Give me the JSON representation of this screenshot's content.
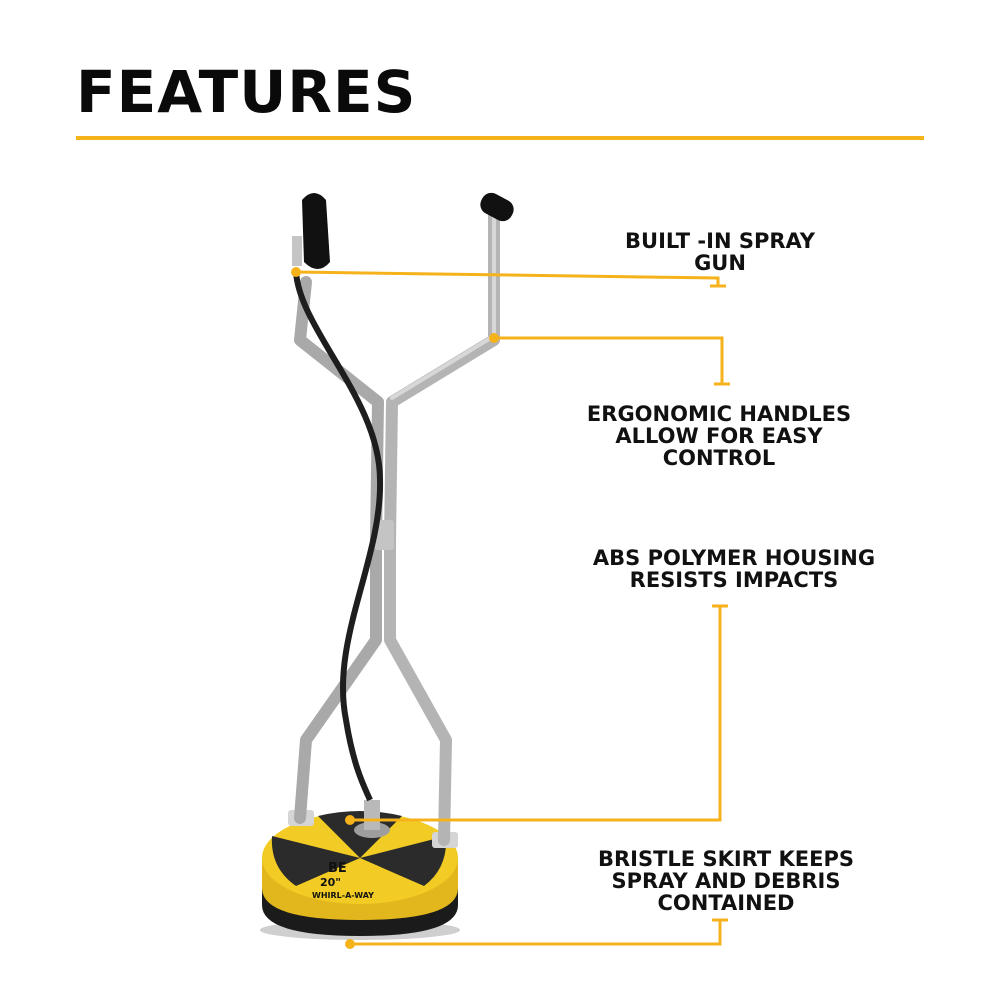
{
  "title": "FEATURES",
  "accent_color": "#f6b21b",
  "product": {
    "name": "WHIRL-A-WAY",
    "size": "20\"",
    "brand_mark": "BE"
  },
  "features": [
    {
      "label": "BUILT -IN SPRAY GUN"
    },
    {
      "label": "ERGONOMIC HANDLES ALLOW FOR EASY CONTROL"
    },
    {
      "label": "ABS POLYMER HOUSING RESISTS IMPACTS"
    },
    {
      "label": "BRISTLE SKIRT KEEPS SPRAY AND DEBRIS CONTAINED"
    }
  ]
}
